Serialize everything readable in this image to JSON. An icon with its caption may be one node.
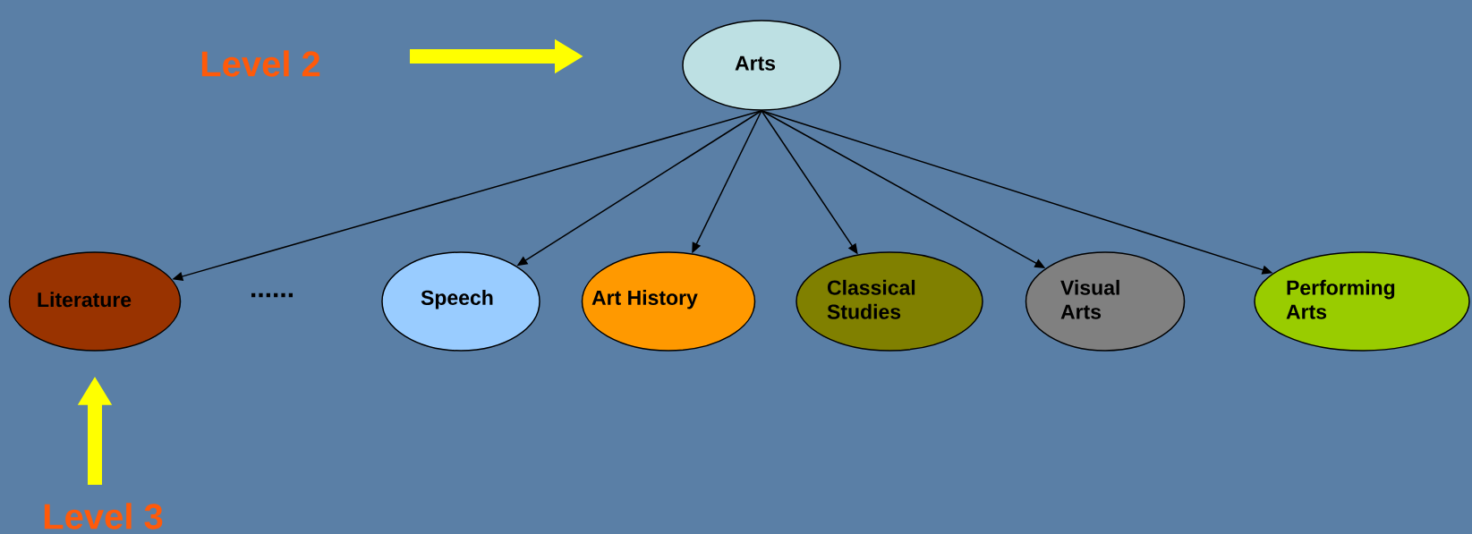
{
  "diagram": {
    "nodes": [
      {
        "text": [
          "Arts"
        ]
      },
      {
        "text": [
          "Literature"
        ]
      },
      {
        "text": [
          "Speech"
        ]
      },
      {
        "text": [
          "Art History"
        ]
      },
      {
        "text": [
          "Classical Studies"
        ]
      },
      {
        "text": [
          "Visual Arts"
        ]
      },
      {
        "text": [
          "Performing Arts"
        ]
      },
      {
        "text": [
          "Level 3"
        ]
      }
    ],
    "edges": [
      {
        "from": 0,
        "to": 1,
        "arrow": "to"
      },
      {
        "from": 0,
        "to": 2,
        "arrow": "to"
      },
      {
        "from": 0,
        "to": 3,
        "arrow": "to"
      },
      {
        "from": 0,
        "to": 4,
        "arrow": "to"
      },
      {
        "from": 0,
        "to": 5,
        "arrow": "to"
      },
      {
        "from": 0,
        "to": 6,
        "arrow": "to"
      },
      {
        "from": 7,
        "to": 1,
        "arrow": "to",
        "style": "thick",
        "color": "#ffff00"
      }
    ],
    "labels": [
      "Level 2",
      "......"
    ]
  }
}
